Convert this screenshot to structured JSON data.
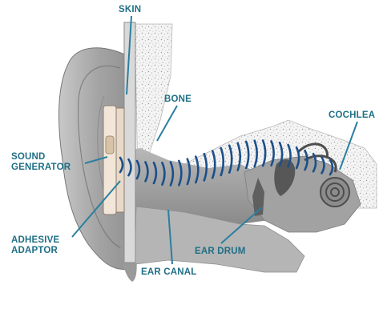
{
  "labels": {
    "skin": "SKIN",
    "bone": "BONE",
    "cochlea": "COCHLEA",
    "sound_generator": "SOUND\nGENERATOR",
    "adhesive_adaptor": "ADHESIVE\nADAPTOR",
    "ear_drum": "EAR DRUM",
    "ear_canal": "EAR CANAL"
  },
  "colors": {
    "label": "#1f6f86",
    "leader": "#2b7fa0",
    "sound_wave": "#1b4f8a",
    "bone": "#f2f2f2",
    "tissue": "#a9a9a9"
  }
}
